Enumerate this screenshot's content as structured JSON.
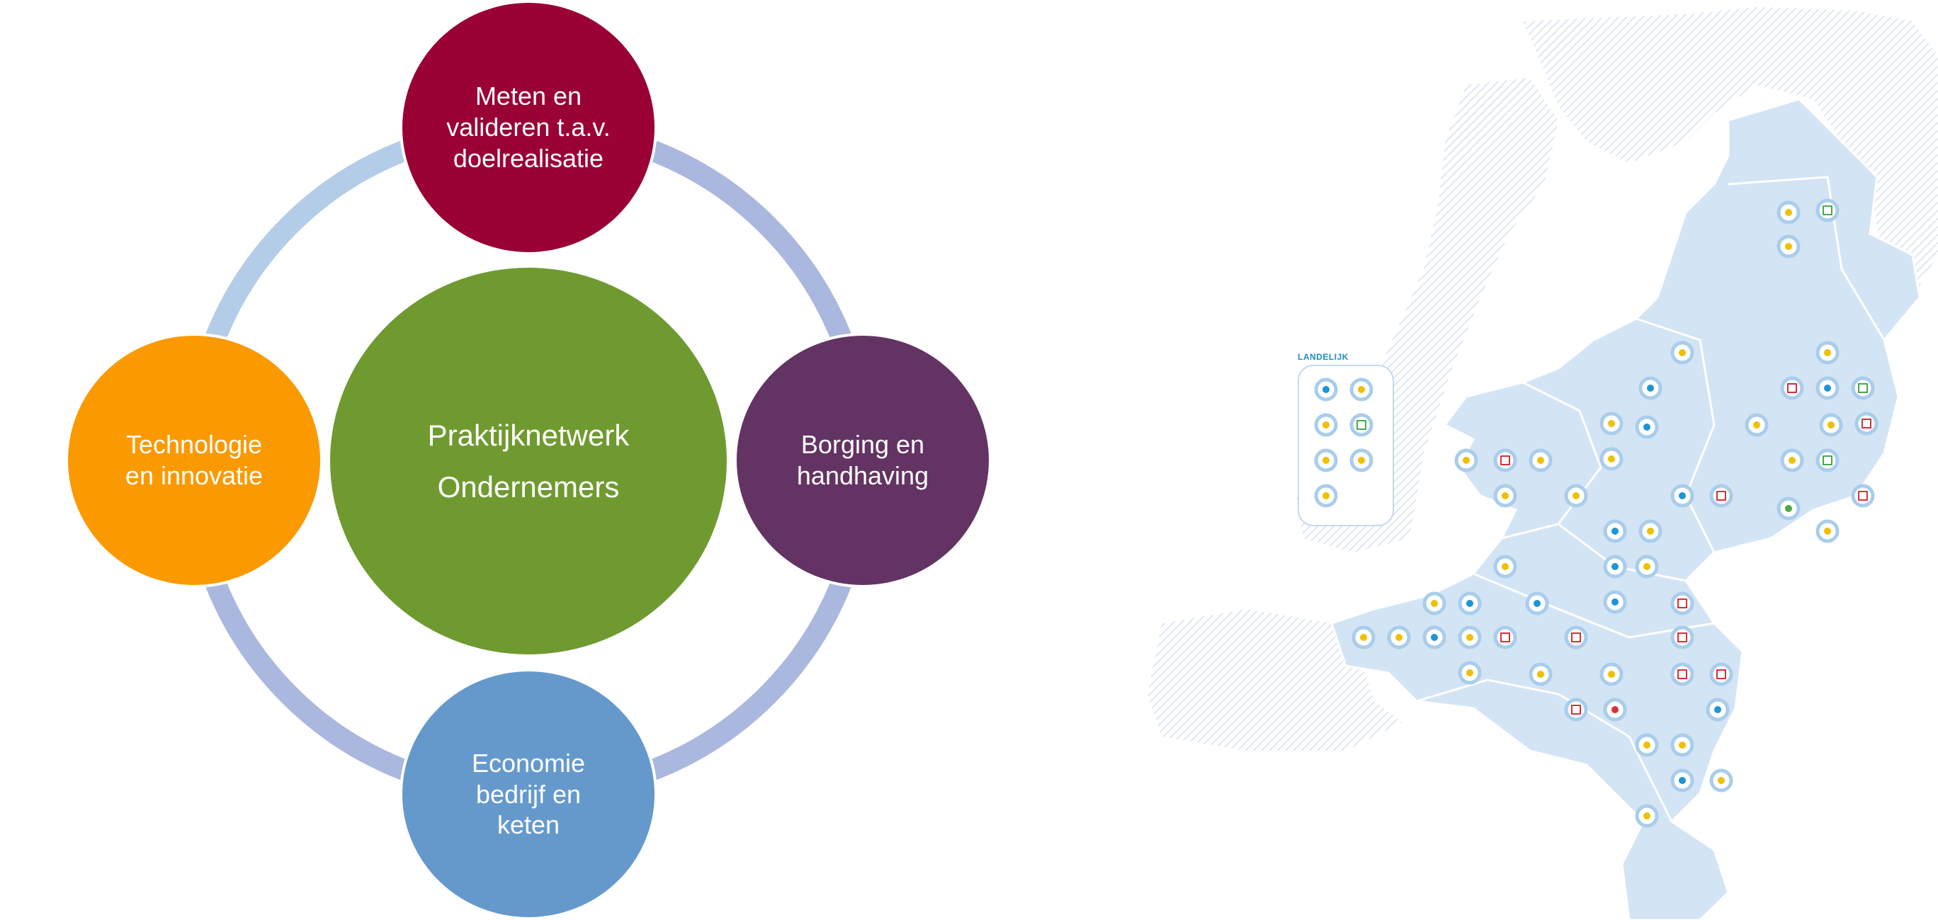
{
  "diagram": {
    "center": {
      "line1": "Praktijknetwerk",
      "line2": "Ondernemers",
      "color": "#6f9a30"
    },
    "nodes": {
      "top": {
        "lines": [
          "Meten en",
          "valideren t.a.v.",
          "doelrealisatie"
        ],
        "color": "#9a0134"
      },
      "right": {
        "lines": [
          "Borging en",
          "handhaving"
        ],
        "color": "#633363"
      },
      "bottom": {
        "lines": [
          "Economie",
          "bedrijf en",
          "keten"
        ],
        "color": "#6599cc"
      },
      "left": {
        "lines": [
          "Technologie",
          "en innovatie"
        ],
        "color": "#fb9900"
      }
    },
    "ring_colors": {
      "light_blue": "#b3cde8",
      "lavender": "#aab7de"
    }
  },
  "map": {
    "landelijk_label": "LANDELIJK",
    "colors": {
      "land": "#d3e4f5",
      "hatch": "#d9e3ef",
      "icon_blue": "#1b95d4",
      "icon_yellow": "#f0c000",
      "icon_red": "#d9303a",
      "icon_green": "#4aa84a"
    }
  }
}
